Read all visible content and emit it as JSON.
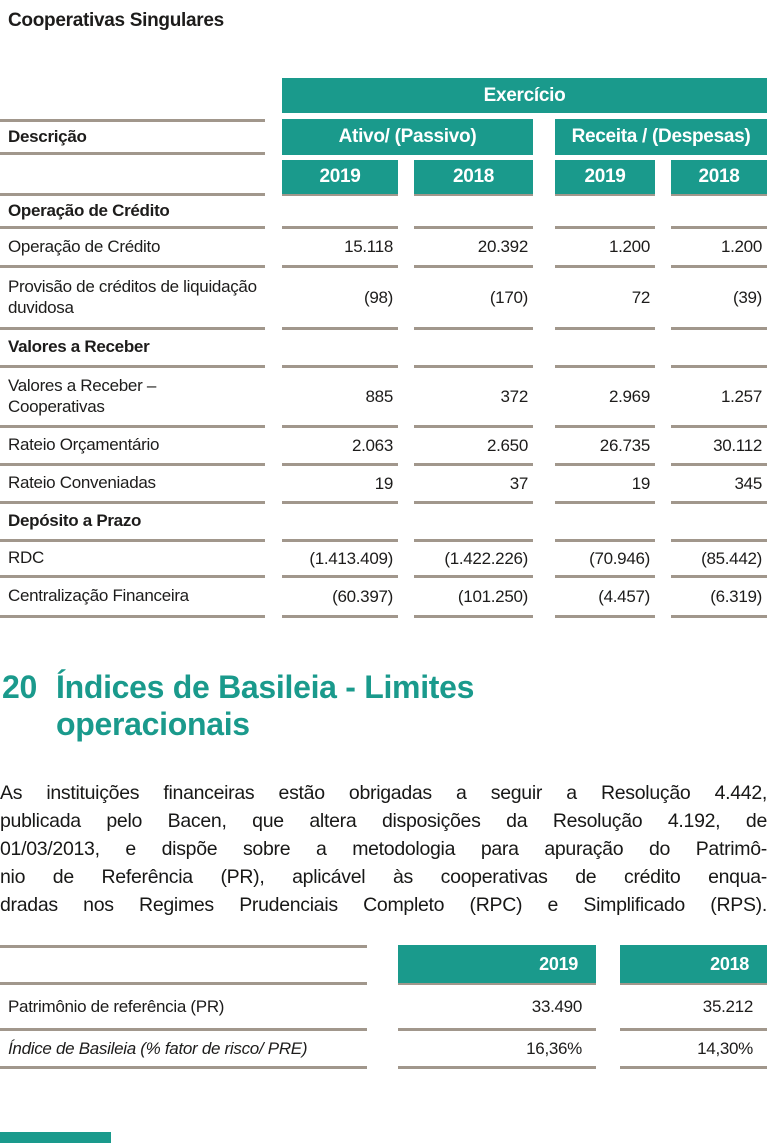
{
  "page": {
    "title": "Cooperativas Singulares",
    "accent_color": "#1a9a8c",
    "line_color": "#a1978c"
  },
  "table1": {
    "header": {
      "exercicio": "Exercício",
      "descricao": "Descrição",
      "group1": "Ativo/ (Passivo)",
      "group2": "Receita / (Despesas)",
      "years": [
        "2019",
        "2018",
        "2019",
        "2018"
      ]
    },
    "rows": [
      {
        "type": "section",
        "label": "Operação de Crédito"
      },
      {
        "type": "data",
        "label": "Operação de Crédito",
        "values": [
          "15.118",
          "20.392",
          "1.200",
          "1.200"
        ]
      },
      {
        "type": "data",
        "label": "Provisão de créditos de liquidação duvidosa",
        "values": [
          "(98)",
          "(170)",
          "72",
          "(39)"
        ]
      },
      {
        "type": "section",
        "label": "Valores a Receber"
      },
      {
        "type": "data",
        "label": "Valores a Receber – Cooperativas",
        "values": [
          "885",
          "372",
          "2.969",
          "1.257"
        ]
      },
      {
        "type": "data",
        "label": "Rateio Orçamentário",
        "values": [
          "2.063",
          "2.650",
          "26.735",
          "30.112"
        ]
      },
      {
        "type": "data",
        "label": "Rateio Conveniadas",
        "values": [
          "19",
          "37",
          "19",
          "345"
        ]
      },
      {
        "type": "section",
        "label": "Depósito a Prazo"
      },
      {
        "type": "data",
        "label": "RDC",
        "values": [
          "(1.413.409)",
          "(1.422.226)",
          "(70.946)",
          "(85.442)"
        ]
      },
      {
        "type": "data",
        "label": "Centralização Financeira",
        "values": [
          "(60.397)",
          "(101.250)",
          "(4.457)",
          "(6.319)"
        ]
      }
    ]
  },
  "section20": {
    "number": "20",
    "title_line1": "Índices de Basileia - Limites",
    "title_line2": "operacionais",
    "paragraph_lines": [
      "As instituições financeiras estão obrigadas a seguir a Resolução 4.442,",
      "publicada pelo Bacen, que altera disposições da Resolução 4.192, de",
      "01/03/2013, e dispõe sobre a metodologia para apuração do Patrimô-",
      "nio de Referência (PR), aplicável às cooperativas de crédito enqua-",
      "dradas nos Regimes Prudenciais Completo (RPC) e Simplificado (RPS)."
    ]
  },
  "table2": {
    "years": [
      "2019",
      "2018"
    ],
    "rows": [
      {
        "label": "Patrimônio de referência (PR)",
        "values": [
          "33.490",
          "35.212"
        ]
      },
      {
        "label": "Índice de Basileia (% fator de risco/ PRE)",
        "values": [
          "16,36%",
          "14,30%"
        ]
      }
    ]
  }
}
